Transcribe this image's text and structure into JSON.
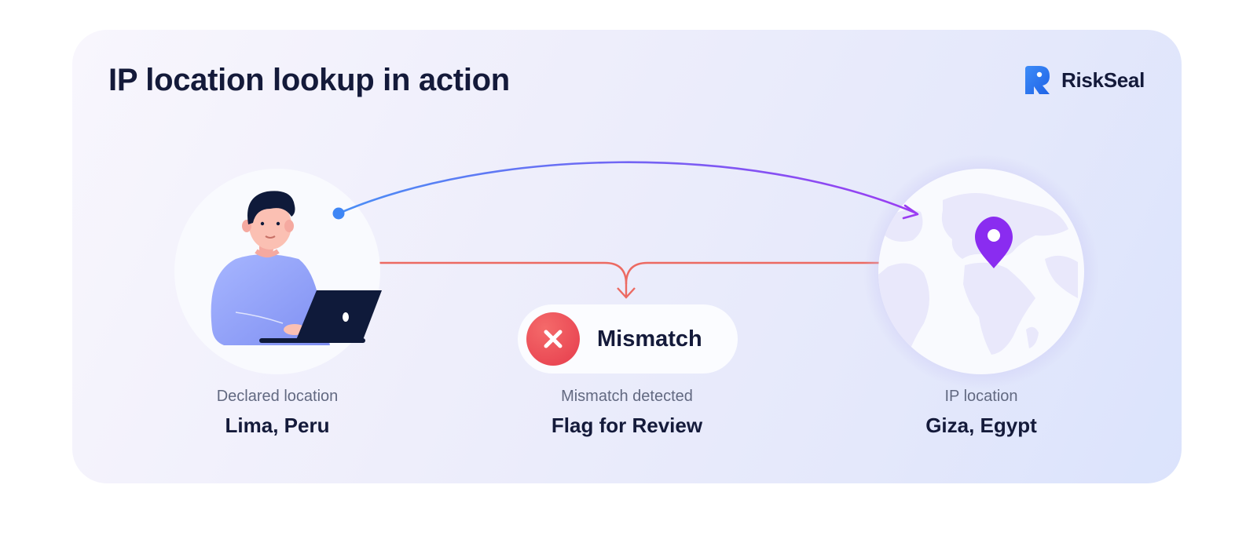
{
  "title": "IP location lookup in action",
  "brand": {
    "name": "RiskSeal",
    "logo_icon": "riskseal-logo-icon"
  },
  "declared": {
    "caption": "Declared location",
    "value": "Lima, Peru"
  },
  "ip": {
    "caption": "IP location",
    "value": "Giza, Egypt"
  },
  "result": {
    "badge_label": "Mismatch",
    "caption": "Mismatch detected",
    "value": "Flag for Review",
    "status_color": "#e84850"
  },
  "colors": {
    "title": "#141a3a",
    "brand_blue": "#2f7af2",
    "arc_start": "#4a8ef5",
    "arc_end": "#9a3cf2",
    "connector": "#ec6a62",
    "pin": "#8a2cf0"
  }
}
